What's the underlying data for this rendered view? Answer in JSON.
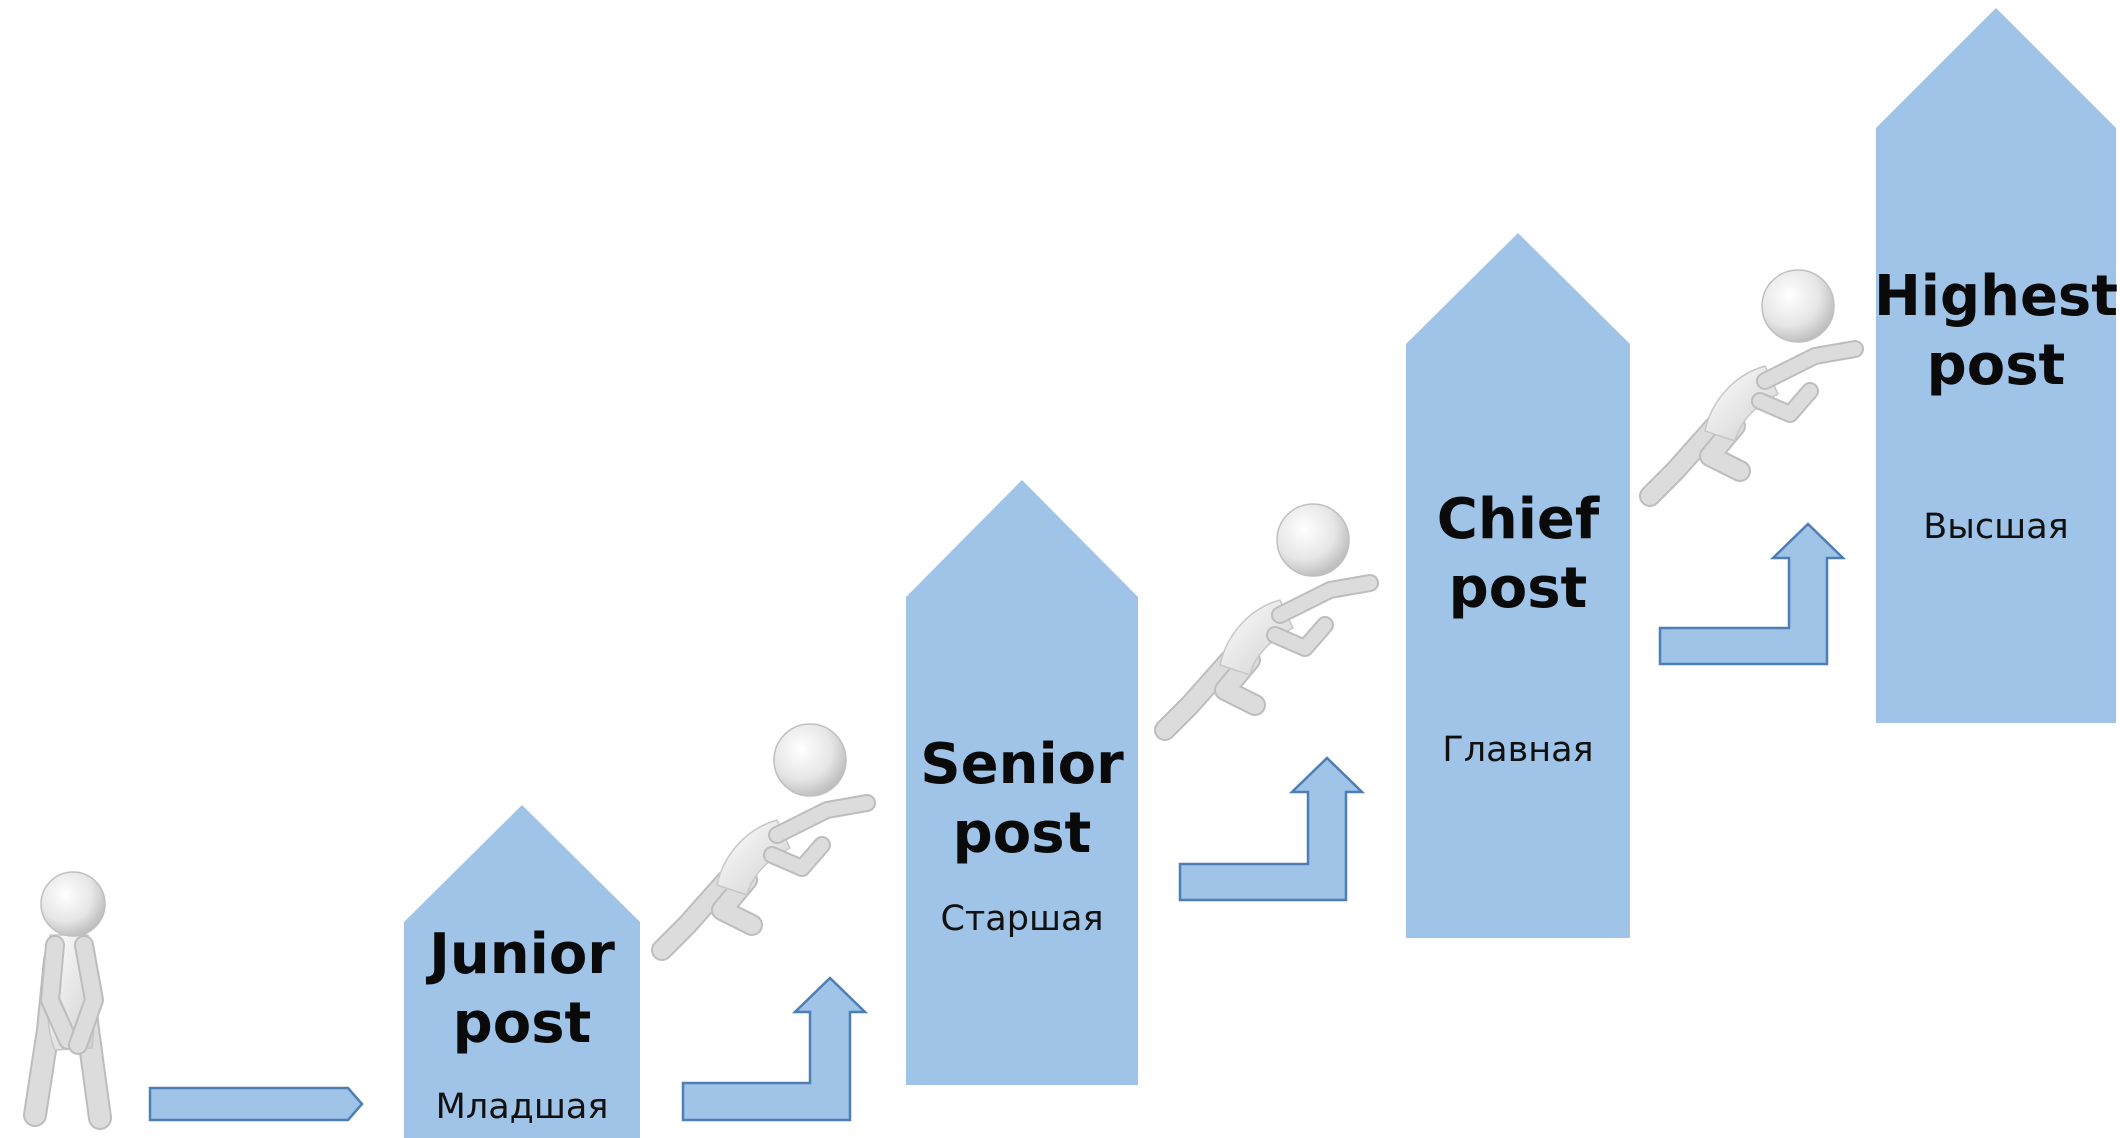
{
  "steps": [
    {
      "title_line1": "Junior",
      "title_line2": "post",
      "subtitle": "Младшая"
    },
    {
      "title_line1": "Senior",
      "title_line2": "post",
      "subtitle": "Старшая"
    },
    {
      "title_line1": "Chief",
      "title_line2": "post",
      "subtitle": "Главная"
    },
    {
      "title_line1": "Highest",
      "title_line2": "post",
      "subtitle": "Высшая"
    }
  ],
  "colors": {
    "shape_fill": "#9fc4e8",
    "arrow_outline": "#4d7fb5",
    "text": "#0a0a0a"
  }
}
